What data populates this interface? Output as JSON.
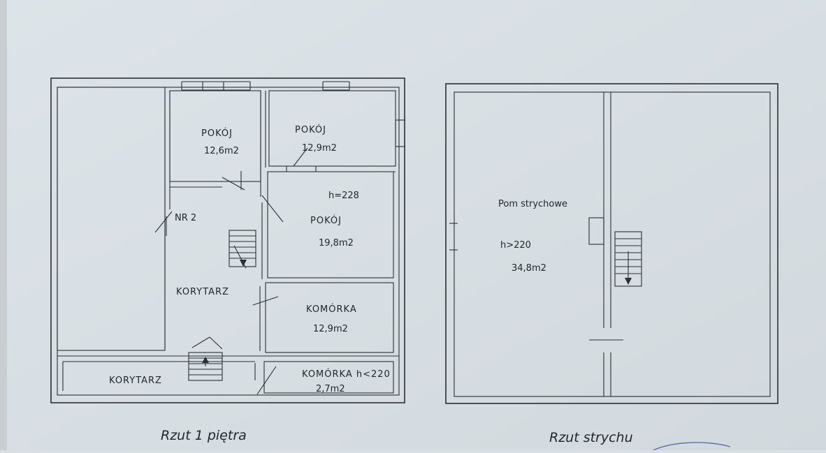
{
  "floor1": {
    "room_a": {
      "name": "POKÓJ",
      "area": "12,6m2"
    },
    "room_b": {
      "name": "POKÓJ",
      "area": "12,9m2"
    },
    "room_c": {
      "name": "POKÓJ",
      "area": "19,8m2",
      "height": "h=228"
    },
    "nr": "NR 2",
    "corridor_main": "KORYTARZ",
    "corridor_bottom": "KORYTARZ",
    "storage_main": {
      "name": "KOMÓRKA",
      "area": "12,9m2"
    },
    "storage_small": {
      "name": "KOMÓRKA h<220",
      "area": "2,7m2"
    },
    "caption": "Rzut 1 piętra"
  },
  "attic": {
    "room": {
      "name": "Pom strychowe",
      "height": "h>220",
      "area": "34,8m2"
    },
    "caption": "Rzut strychu"
  }
}
